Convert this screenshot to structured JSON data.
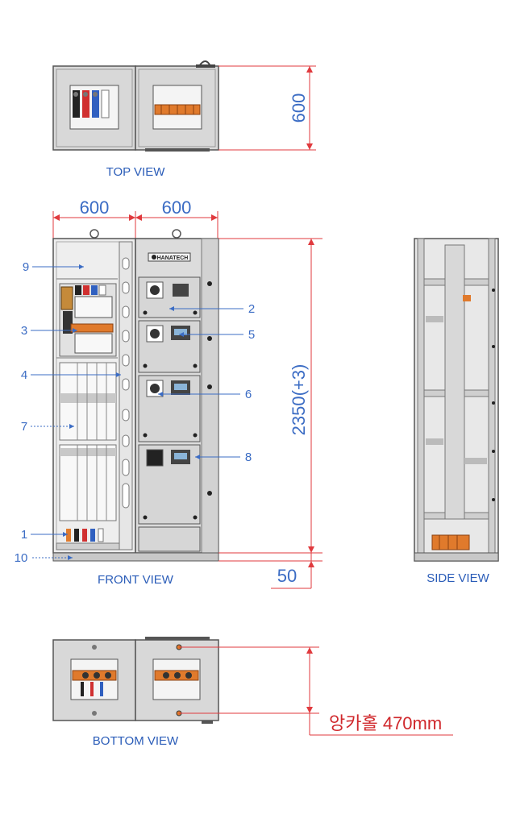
{
  "views": {
    "top": "TOP VIEW",
    "front": "FRONT VIEW",
    "side": "SIDE VIEW",
    "bottom": "BOTTOM VIEW"
  },
  "dimensions": {
    "depth_top": "600",
    "width_left": "600",
    "width_right": "600",
    "height": "2350(+3)",
    "base": "50",
    "anchor_hole": "앙카홀 470mm"
  },
  "brand_plate": "HANATECH",
  "callouts": [
    "1",
    "2",
    "3",
    "4",
    "5",
    "6",
    "7",
    "8",
    "9",
    "10"
  ],
  "colors": {
    "dimension_line": "#e03a3e",
    "callout_blue": "#3b6cc4",
    "label_blue": "#2a5cb8",
    "cabinet_fill": "#dcdcdc",
    "cabinet_dark": "#707070",
    "busbar_orange": "#e07a2c"
  }
}
